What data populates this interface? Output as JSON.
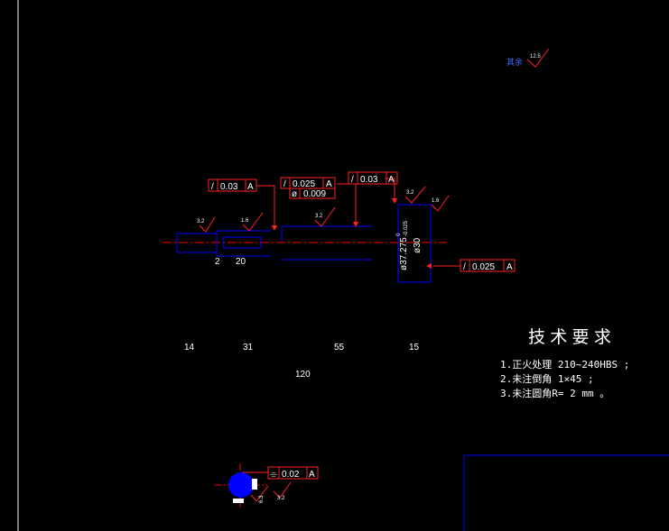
{
  "colors": {
    "background": "#000000",
    "geometry": "#0000ff",
    "centerline": "#ff0000",
    "annotation": "#ff0000",
    "text": "#ffffff",
    "border": "#ffffff",
    "title_block": "#0000ff"
  },
  "roughness_default": {
    "label": "其余",
    "value": "12.5"
  },
  "roughness_marks": [
    "3.2",
    "1.6",
    "3.2",
    "3.2",
    "1.6",
    "6.3",
    "3.2"
  ],
  "tolerance_frames": [
    {
      "symbol": "/",
      "value": "0.03",
      "datum": "A"
    },
    {
      "symbol": "/",
      "value": "0.025",
      "datum": "A"
    },
    {
      "symbol": "ø",
      "value": "0.009",
      "datum": ""
    },
    {
      "symbol": "/",
      "value": "0.03",
      "datum": "A"
    },
    {
      "symbol": "/",
      "value": "0.025",
      "datum": "A"
    },
    {
      "symbol": "⌯",
      "value": "0.02",
      "datum": "A"
    }
  ],
  "diameter_labels": {
    "outer": "ø30",
    "keyway": "ø37.275",
    "tolerance_upper": "0",
    "tolerance_lower": "-0.025"
  },
  "small_dimensions": [
    "2",
    "20"
  ],
  "segment_lengths": [
    "14",
    "31",
    "55",
    "15"
  ],
  "total_length": "120",
  "requirements": {
    "title": "技 术 要 求",
    "items": [
      "1.正火处理 210~240HBS ;",
      "2.未注倒角 1×45 ;",
      "3.未注圆角R= 2 mm 。"
    ]
  }
}
